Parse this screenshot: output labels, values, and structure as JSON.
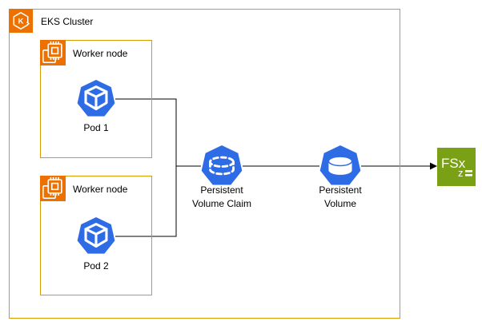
{
  "cluster": {
    "label": "EKS Cluster"
  },
  "worker_nodes": [
    {
      "label": "Worker node",
      "pod_label": "Pod 1"
    },
    {
      "label": "Worker node",
      "pod_label": "Pod 2"
    }
  ],
  "pvc": {
    "line1": "Persistent",
    "line2": "Volume Claim"
  },
  "pv": {
    "line1": "Persistent",
    "line2": "Volume"
  },
  "fsx": {
    "label": "FSx",
    "sub": "z"
  },
  "colors": {
    "icon_orange": "#ED7100",
    "box_border_orange": "#D79B00",
    "kubernetes_blue": "#2E6CE6",
    "fsx_green": "#7AA116",
    "connector_black": "#000000"
  }
}
